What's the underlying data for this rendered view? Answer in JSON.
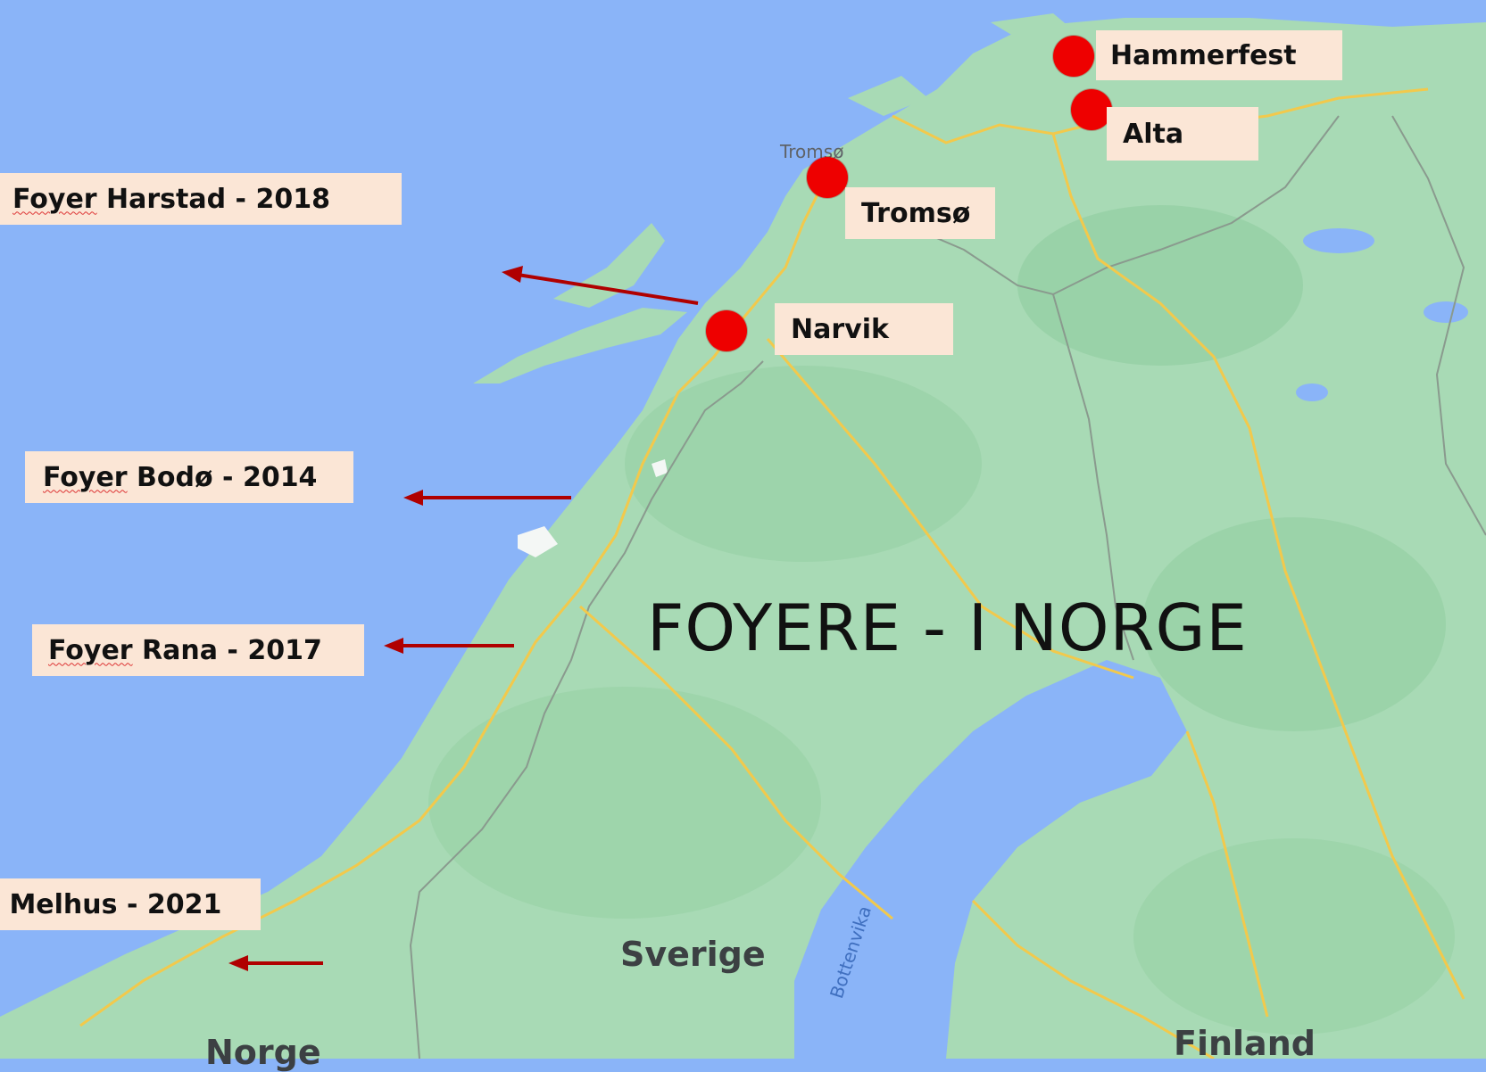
{
  "title": "FOYERE - I NORGE",
  "cities": [
    {
      "name": "Hammerfest"
    },
    {
      "name": "Alta"
    },
    {
      "name": "Tromsø"
    },
    {
      "name": "Narvik"
    }
  ],
  "foyers": [
    {
      "prefix": "Foyer",
      "rest": " Harstad - 2018"
    },
    {
      "prefix": "Foyer",
      "rest": " Bodø - 2014"
    },
    {
      "prefix": "Foyer",
      "rest": " Rana - 2017"
    },
    {
      "prefix": "",
      "rest": " Melhus - 2021"
    }
  ],
  "map_labels": {
    "tromso_small": "Tromsø",
    "sverige": "Sverige",
    "norge": "Norge",
    "finland": "Finland",
    "bottenvika": "Bottenvika"
  },
  "colors": {
    "sea": "#8ab4f8",
    "land": "#a8dab5",
    "road": "#f2c94c",
    "marker": "#ee0000",
    "arrow": "#b00000",
    "label_bg": "#fbe6d6"
  }
}
